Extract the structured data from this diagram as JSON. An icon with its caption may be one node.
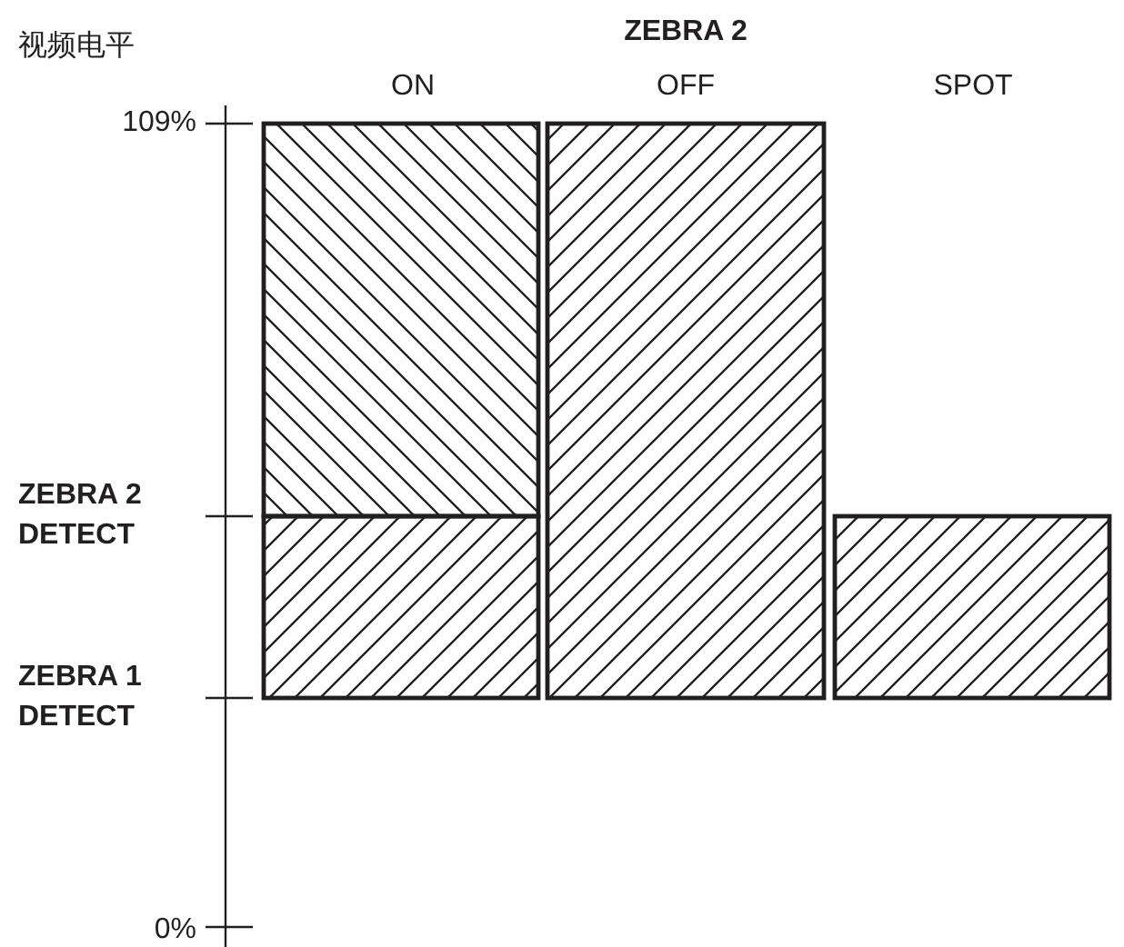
{
  "diagram": {
    "title": "ZEBRA 2",
    "labels": [
      "视频电平",
      "ON",
      "OFF",
      "SPOT",
      "109%",
      "ZEBRA 2 DETECT",
      "ZEBRA 1 DETECT",
      "0%"
    ]
  }
}
